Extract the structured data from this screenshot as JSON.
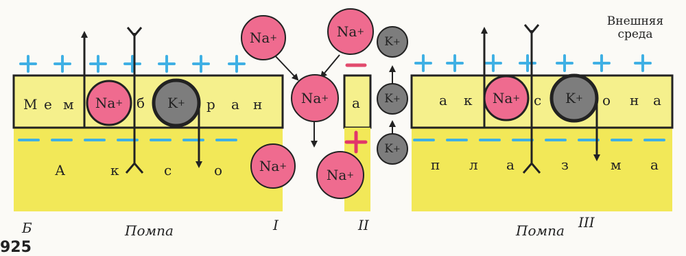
{
  "colors": {
    "membrane": "#f5f08c",
    "axoplasm": "#f2e858",
    "sodium": "#ef6b8f",
    "potassium": "#7d7d7d",
    "outline": "#222222",
    "positive_charge": "#3fb0e4",
    "negative_charge": "#3fb0e4",
    "local_negative": "#e24b6d",
    "local_positive": "#e2366a"
  },
  "ions": {
    "sodium": "Na",
    "potassium": "K",
    "charge": "+"
  },
  "left_panel": {
    "membrane_letters": [
      "М",
      "е",
      "м",
      "б",
      "р",
      "а",
      "н"
    ],
    "axon_letters": [
      "А",
      "к",
      "с",
      "о"
    ],
    "panel_label": "Б",
    "pump_label": "Помпа"
  },
  "middle_panel": {
    "label_one": "I",
    "label_two": "II",
    "gap_letter": "а"
  },
  "right_panel": {
    "membrane_letters": [
      "а",
      "к",
      "с",
      "о",
      "н",
      "а"
    ],
    "axon_letters": [
      "п",
      "л",
      "а",
      "з",
      "м",
      "а"
    ],
    "pump_label": "Помпа",
    "panel_label": "III",
    "environment_line1": "Внешняя",
    "environment_line2": "среда"
  },
  "figure_number": "925"
}
